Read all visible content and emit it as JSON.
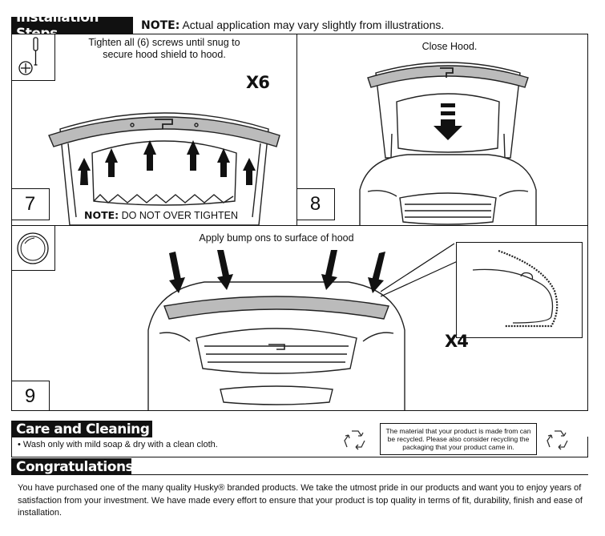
{
  "header": {
    "title": "Installation Steps",
    "note_label": "NOTE:",
    "note_text": "Actual application may vary slightly from illustrations."
  },
  "step7": {
    "number": "7",
    "instruction": "Tighten all (6) screws until snug to secure hood shield to hood.",
    "multiplier": "X6",
    "warning_label": "NOTE:",
    "warning_text": "DO NOT OVER TIGHTEN"
  },
  "step8": {
    "number": "8",
    "instruction": "Close Hood."
  },
  "step9": {
    "number": "9",
    "instruction": "Apply bump ons to surface of hood",
    "multiplier": "X4"
  },
  "care": {
    "title": "Care and Cleaning",
    "text": "• Wash only with mild soap & dry with a clean cloth.",
    "recycle_text": "The material that your product is made from can be recycled. Please also consider recycling the packaging that your product came in."
  },
  "congrats": {
    "title": "Congratulations!",
    "text": "You have purchased one of the many quality Husky® branded products.  We take the utmost pride in our products and want you to enjoy years of satisfaction from your investment.  We have made every effort to ensure that your product is top quality in terms of fit, durability, finish and ease of installation."
  }
}
